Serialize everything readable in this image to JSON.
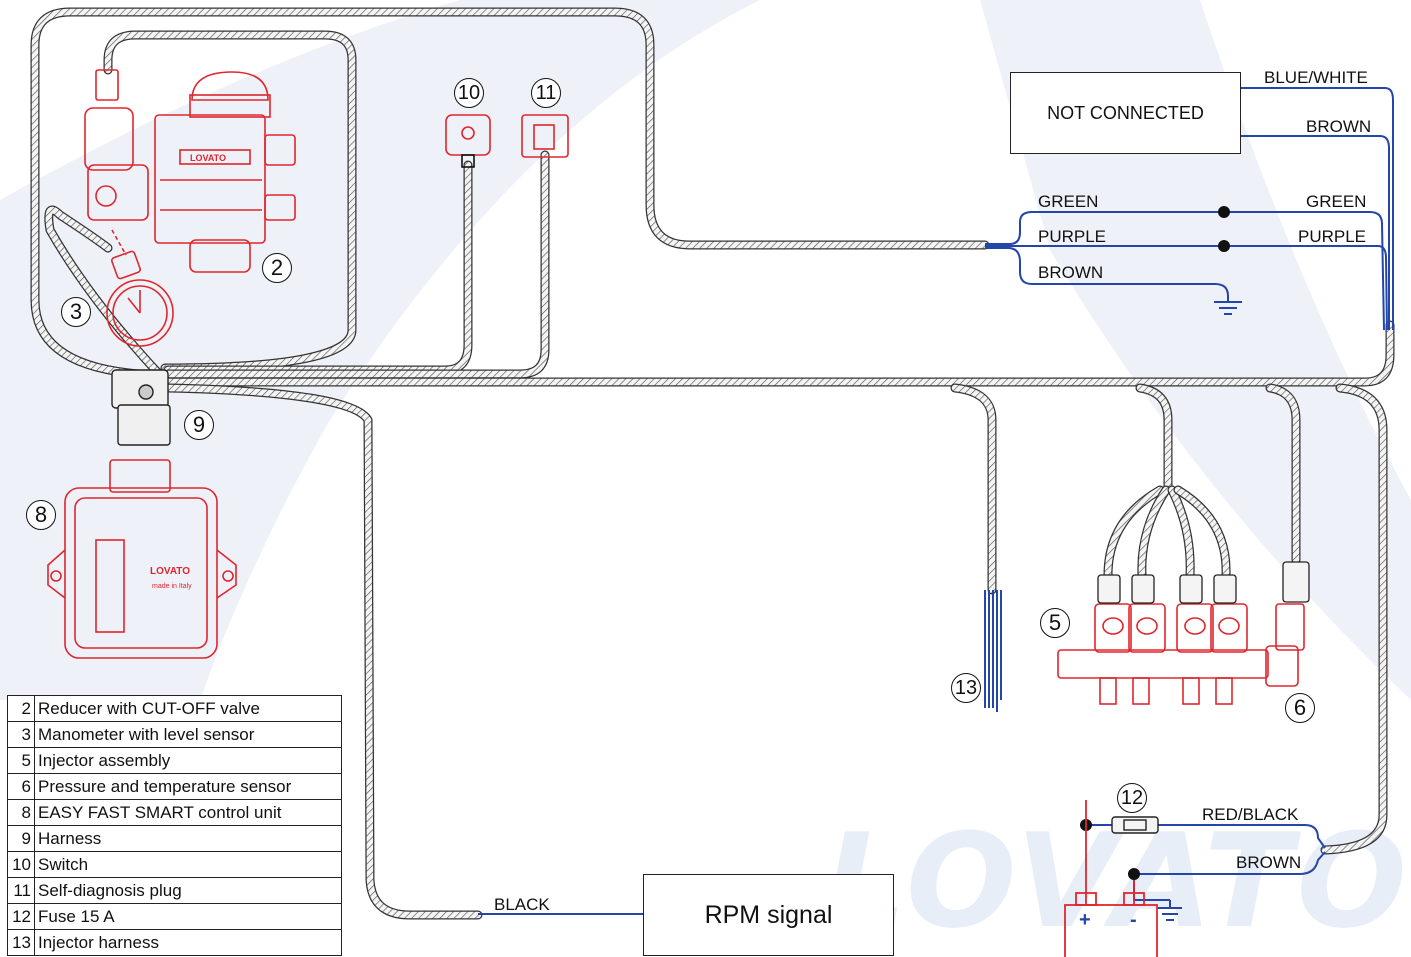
{
  "brand": {
    "watermark": "LOVATO",
    "logo_text": "LOVATO",
    "ecu_subtitle": "made in Italy",
    "colors": {
      "component": "#e0262e",
      "wire_blue": "#2446a8",
      "harness": "#555555",
      "watermark": "#e8eef7"
    }
  },
  "boxes": {
    "not_connected": "NOT CONNECTED",
    "rpm_signal": "RPM signal"
  },
  "wire_labels": {
    "blue_white": "BLUE/WHITE",
    "brown_top": "BROWN",
    "green_left": "GREEN",
    "green_right": "GREEN",
    "purple_left": "PURPLE",
    "purple_right": "PURPLE",
    "brown_ground": "BROWN",
    "red_black": "RED/BLACK",
    "brown_battery": "BROWN",
    "black": "BLACK"
  },
  "battery": {
    "plus": "+",
    "minus": "-"
  },
  "callouts": [
    "2",
    "3",
    "5",
    "6",
    "8",
    "9",
    "10",
    "11",
    "12",
    "13"
  ],
  "legend": [
    {
      "num": "2",
      "text": "Reducer with CUT-OFF valve"
    },
    {
      "num": "3",
      "text": "Manometer with level sensor"
    },
    {
      "num": "5",
      "text": "Injector assembly"
    },
    {
      "num": "6",
      "text": "Pressure and temperature sensor"
    },
    {
      "num": "8",
      "text": "EASY FAST SMART control unit"
    },
    {
      "num": "9",
      "text": "Harness"
    },
    {
      "num": "10",
      "text": "Switch"
    },
    {
      "num": "11",
      "text": "Self-diagnosis plug"
    },
    {
      "num": "12",
      "text": "Fuse 15 A"
    },
    {
      "num": "13",
      "text": "Injector harness"
    }
  ]
}
